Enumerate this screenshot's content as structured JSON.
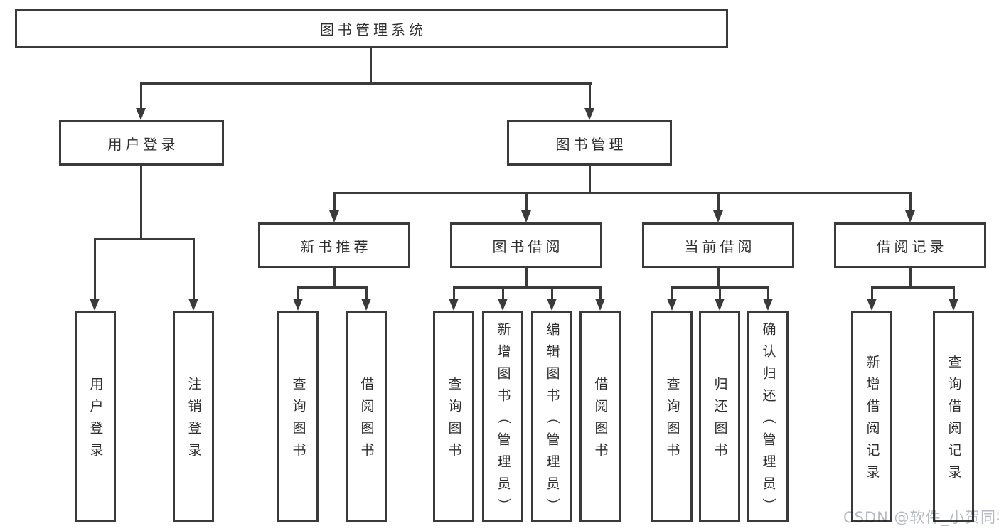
{
  "diagram": {
    "root": {
      "label": "图书管理系统"
    },
    "user_login": {
      "label": "用户登录",
      "children": [
        "用户登录",
        "注销登录"
      ]
    },
    "book_mgmt": {
      "label": "图书管理",
      "groups": [
        {
          "label": "新书推荐",
          "children": [
            "查询图书",
            "借阅图书"
          ]
        },
        {
          "label": "图书借阅",
          "children": [
            "查询图书",
            "新增图书（管理员）",
            "编辑图书（管理员）",
            "借阅图书"
          ]
        },
        {
          "label": "当前借阅",
          "children": [
            "查询图书",
            "归还图书",
            "确认归还（管理员）"
          ]
        },
        {
          "label": "借阅记录",
          "children": [
            "新增借阅记录",
            "查询借阅记录"
          ]
        }
      ]
    }
  },
  "watermark": {
    "text": "CSDN @软件_小贺同学"
  },
  "colors": {
    "line": "#3a3a3a",
    "text": "#2d2d2d",
    "watermark": "#b6bac2",
    "background": "#ffffff"
  }
}
